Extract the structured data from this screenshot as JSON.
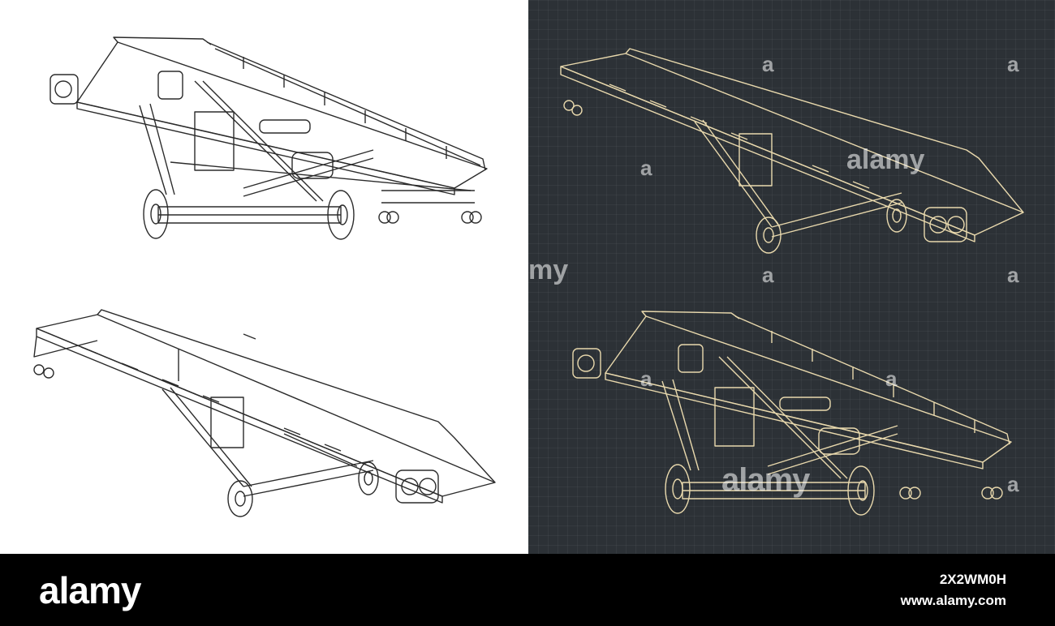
{
  "footer": {
    "logo_text": "alamy",
    "image_id": "2X2WM0H",
    "url": "www.alamy.com"
  },
  "watermarks": {
    "letter": "a",
    "partial": "my",
    "word": "alamy"
  },
  "colors": {
    "light_panel_bg": "#ffffff",
    "light_line": "#2b2b2b",
    "dark_panel_bg": "#2c3136",
    "dark_line": "#e9d9ad",
    "footer_bg": "#000000"
  }
}
